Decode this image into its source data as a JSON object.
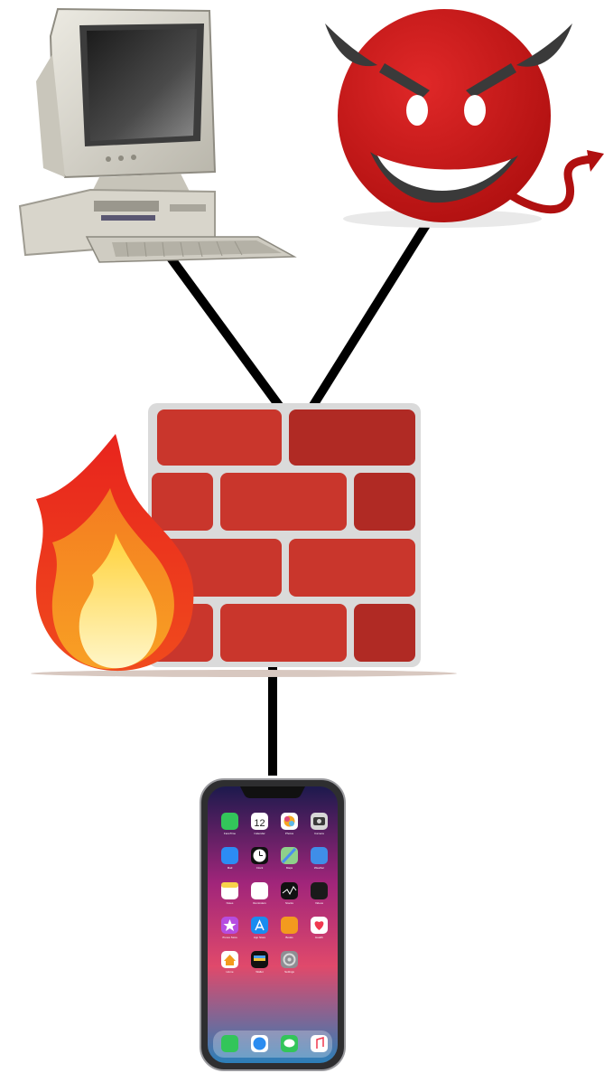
{
  "diagram": {
    "nodes": [
      {
        "id": "computer",
        "icon": "desktop-computer-icon"
      },
      {
        "id": "attacker",
        "icon": "devil-icon"
      },
      {
        "id": "firewall",
        "icon": "firewall-icon"
      },
      {
        "id": "phone",
        "icon": "smartphone-icon"
      }
    ],
    "edges": [
      {
        "from": "computer",
        "to": "firewall"
      },
      {
        "from": "attacker",
        "to": "firewall"
      },
      {
        "from": "firewall",
        "to": "phone"
      }
    ]
  },
  "phone_screen": {
    "calendar_day": "12",
    "apps": [
      "FaceTime",
      "Calendar",
      "Photos",
      "Camera",
      "Mail",
      "Clock",
      "Maps",
      "Weather",
      "Notes",
      "Reminders",
      "Stocks",
      "Videos",
      "iTunes Store",
      "App Store",
      "Books",
      "Health",
      "Home",
      "Wallet",
      "Settings"
    ],
    "dock": [
      "Phone",
      "Safari",
      "Messages",
      "Music"
    ]
  },
  "colors": {
    "connector": "#000000",
    "brick": "#c9362c",
    "brick_dark": "#b02a24",
    "mortar": "#d9d9d9",
    "devil": "#cc1d1d",
    "horn": "#3a3a3a"
  }
}
